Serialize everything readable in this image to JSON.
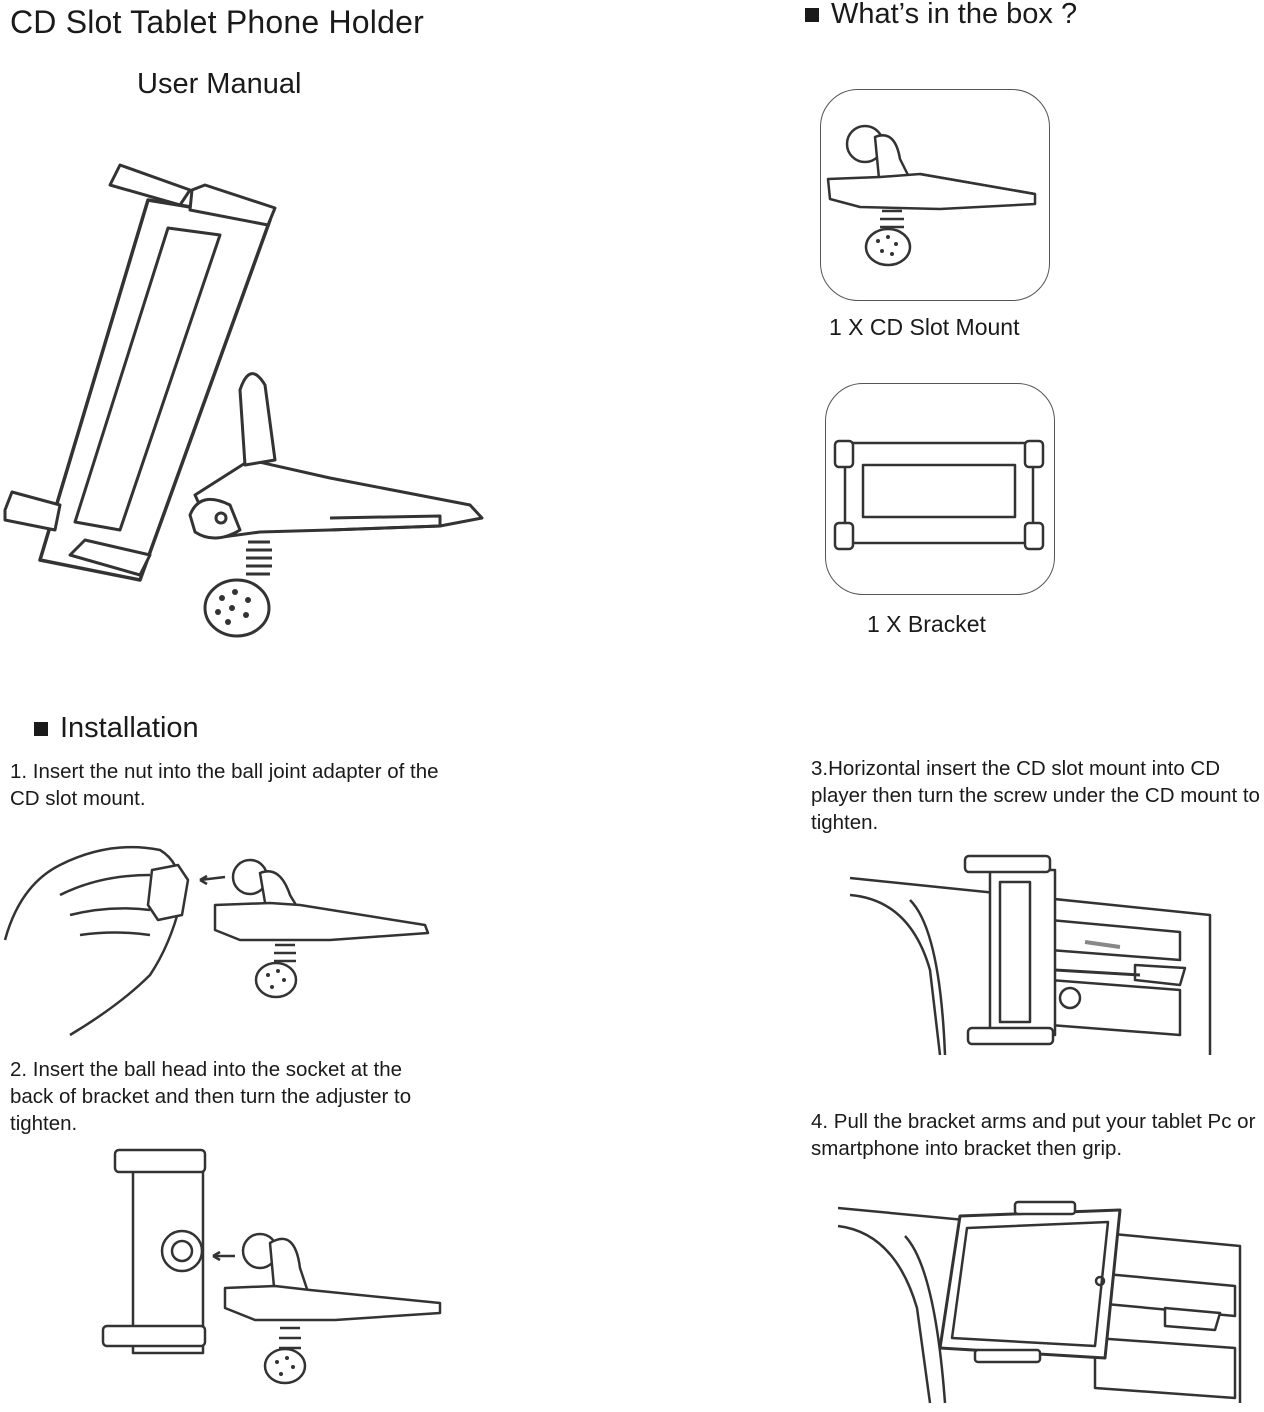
{
  "header": {
    "title": "CD Slot Tablet Phone Holder",
    "subtitle": "User Manual"
  },
  "box_contents": {
    "heading": "What’s in the box ?",
    "items": [
      {
        "label": "1 X CD Slot Mount",
        "icon": "cd-slot-mount-icon"
      },
      {
        "label": "1 X Bracket",
        "icon": "bracket-icon"
      }
    ]
  },
  "installation": {
    "heading": "Installation",
    "steps": [
      {
        "text": "1. Insert the nut into the ball joint adapter of the CD slot mount."
      },
      {
        "text": "2. Insert the ball head into the socket at the back of bracket and then turn the adjuster to tighten."
      },
      {
        "text": "3.Horizontal insert the CD slot mount into CD player then turn the screw under the CD mount to tighten."
      },
      {
        "text": "4. Pull the bracket arms and put your tablet Pc or smartphone into bracket then grip."
      }
    ]
  },
  "colors": {
    "ink": "#1a1a1a",
    "line": "#333333",
    "fill": "#ffffff"
  }
}
